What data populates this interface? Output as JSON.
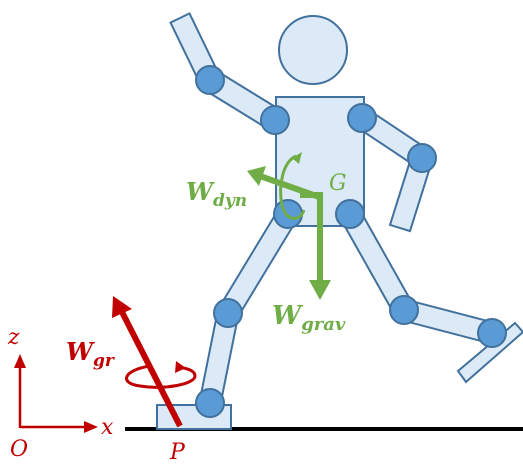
{
  "labels": {
    "G": "G",
    "P": "P",
    "O": "O",
    "x": "x",
    "z": "z",
    "W_dyn_main": "W",
    "W_dyn_sub": "dyn",
    "W_grav_main": "W",
    "W_grav_sub": "grav",
    "W_gr_main": "W",
    "W_gr_sub": "gr"
  },
  "colors": {
    "body_fill": "#dce9f7",
    "body_stroke": "#41719c",
    "joint_fill": "#5b9bd5",
    "joint_stroke": "#41719c",
    "green": "#70ad47",
    "red": "#c00000",
    "ground": "#000000"
  },
  "icons": {
    "torque_green": "circular-arrow-icon",
    "torque_red": "circular-arrow-icon"
  }
}
